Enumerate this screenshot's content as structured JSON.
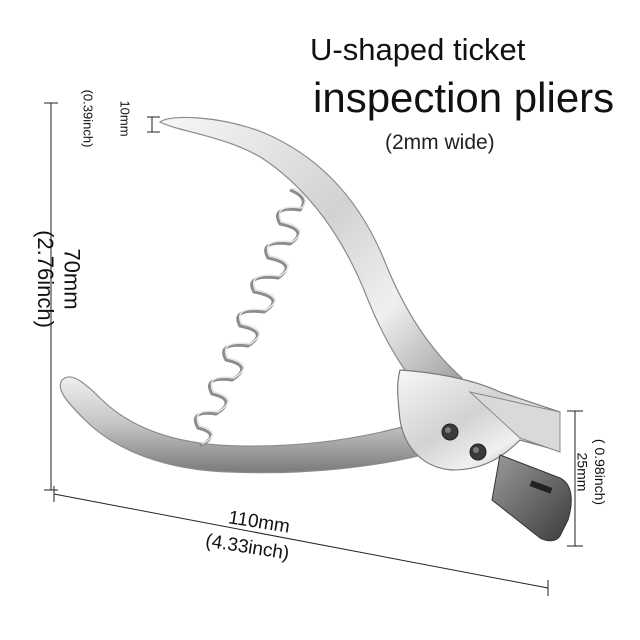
{
  "title": {
    "line1": "U-shaped ticket",
    "line2": "inspection pliers",
    "line3": "(2mm wide)"
  },
  "dimensions": {
    "tip": {
      "mm": "10mm",
      "inch": "(0.39inch)"
    },
    "height": {
      "mm": "70mm",
      "inch": "(2.76inch)"
    },
    "length": {
      "mm": "110mm",
      "inch": "(4.33inch)"
    },
    "jaw": {
      "mm": "25mm",
      "inch": "( 0.98inch)"
    }
  },
  "colors": {
    "metal_light": "#f2f2f2",
    "metal_mid": "#bdbdbd",
    "metal_dark": "#6e6e6e",
    "line": "#222222",
    "background": "#ffffff"
  },
  "icons": [
    "pliers-photo",
    "spring",
    "rivet"
  ]
}
